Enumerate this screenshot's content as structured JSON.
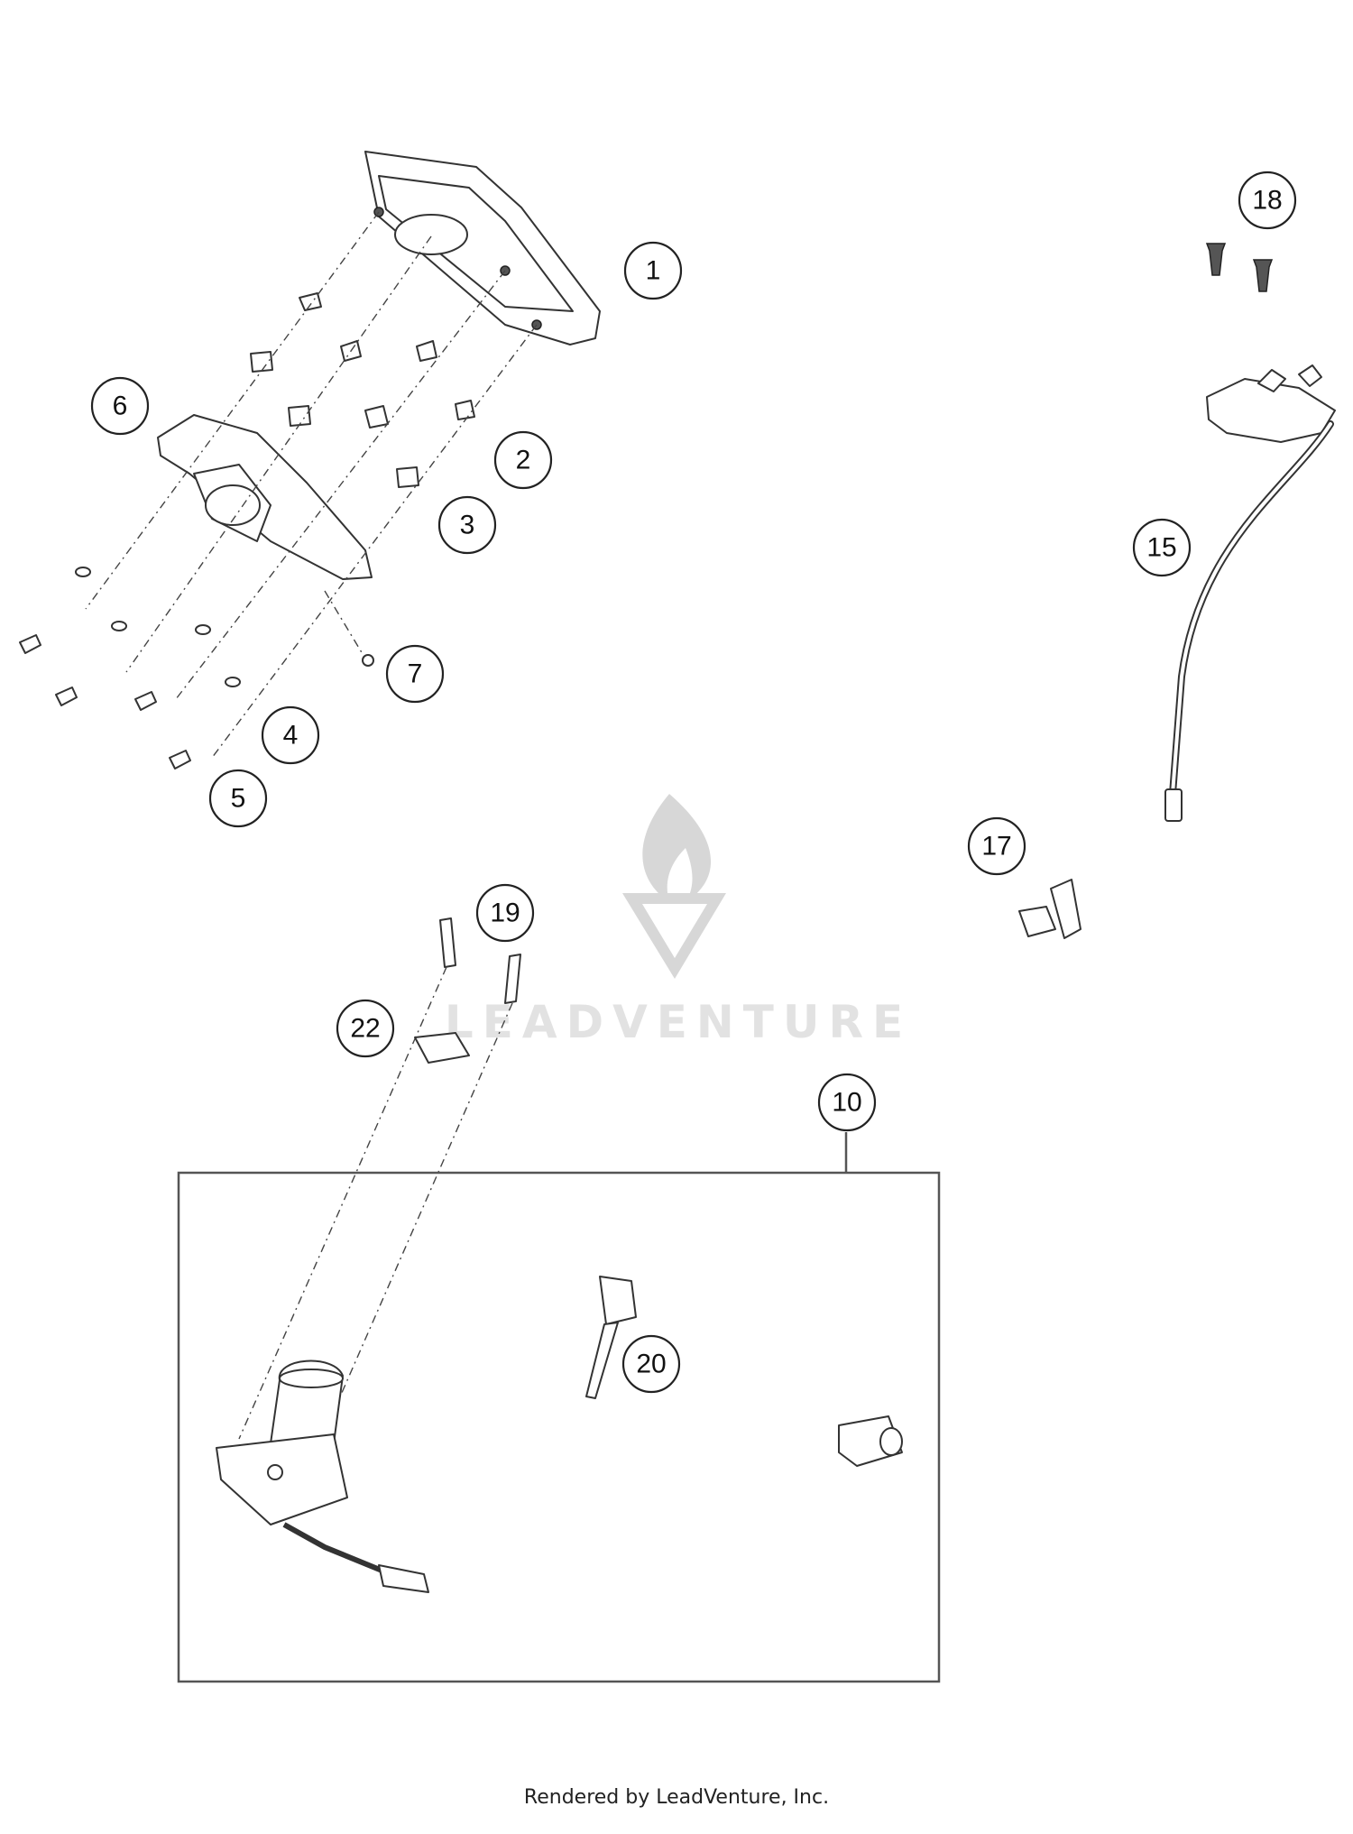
{
  "diagram": {
    "callouts": [
      "1",
      "2",
      "3",
      "4",
      "5",
      "6",
      "7",
      "10",
      "15",
      "17",
      "18",
      "19",
      "20",
      "22"
    ],
    "watermark": "LEADVENTURE",
    "footer": "Rendered by LeadVenture, Inc."
  }
}
